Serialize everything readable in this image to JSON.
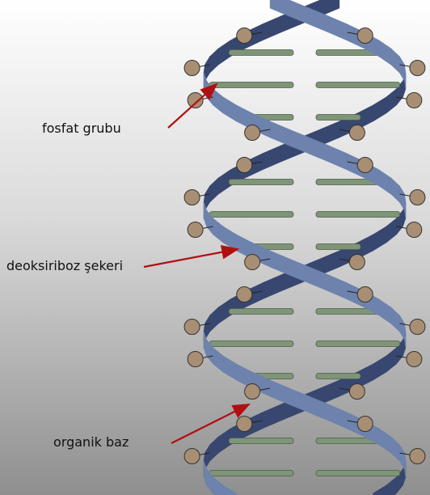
{
  "labels": {
    "phosphate": "fosfat grubu",
    "sugar": "deoksiriboz şekeri",
    "base": "organik baz"
  },
  "colors": {
    "background_top": "#ffffff",
    "background_bottom": "#8f8f8f",
    "ribbon_back": "#37476f",
    "ribbon_front": "#6d82ad",
    "base_rod": "#7f9578",
    "phosphate_ball": "#a88f74",
    "arrow": "#b01010"
  }
}
